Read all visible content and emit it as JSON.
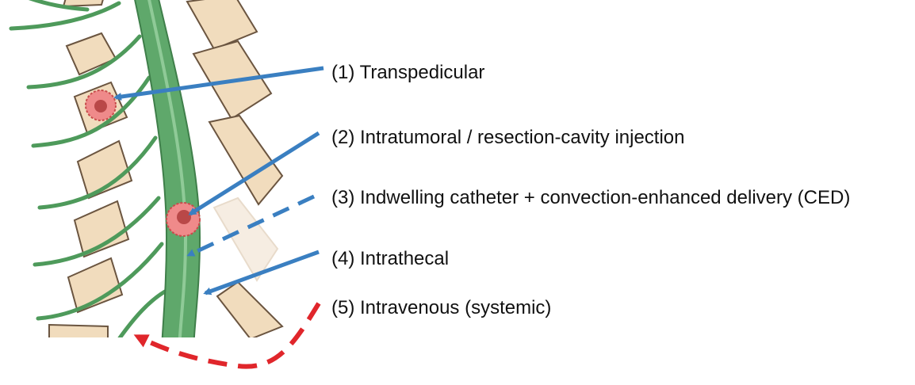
{
  "routes": [
    {
      "label": "(1) Transpedicular",
      "style": "solid",
      "color": "#3a7fc1"
    },
    {
      "label": "(2) Intratumoral / resection-cavity injection",
      "style": "solid",
      "color": "#3a7fc1"
    },
    {
      "label": "(3) Indwelling catheter + convection-enhanced delivery (CED)",
      "style": "dashed",
      "color": "#3a7fc1"
    },
    {
      "label": "(4) Intrathecal",
      "style": "solid",
      "color": "#3a7fc1"
    },
    {
      "label": "(5) Intravenous (systemic)",
      "style": "dashed",
      "color": "#e0262b"
    }
  ],
  "colors": {
    "spinal_cord": "#5fa86b",
    "cord_highlight": "#8fca97",
    "nerve": "#4e9a5b",
    "vertebra": "#f1dcbd",
    "vertebra_outline": "#6b5540",
    "tumor": "#e86a6a",
    "tumor_core": "#b94848"
  }
}
